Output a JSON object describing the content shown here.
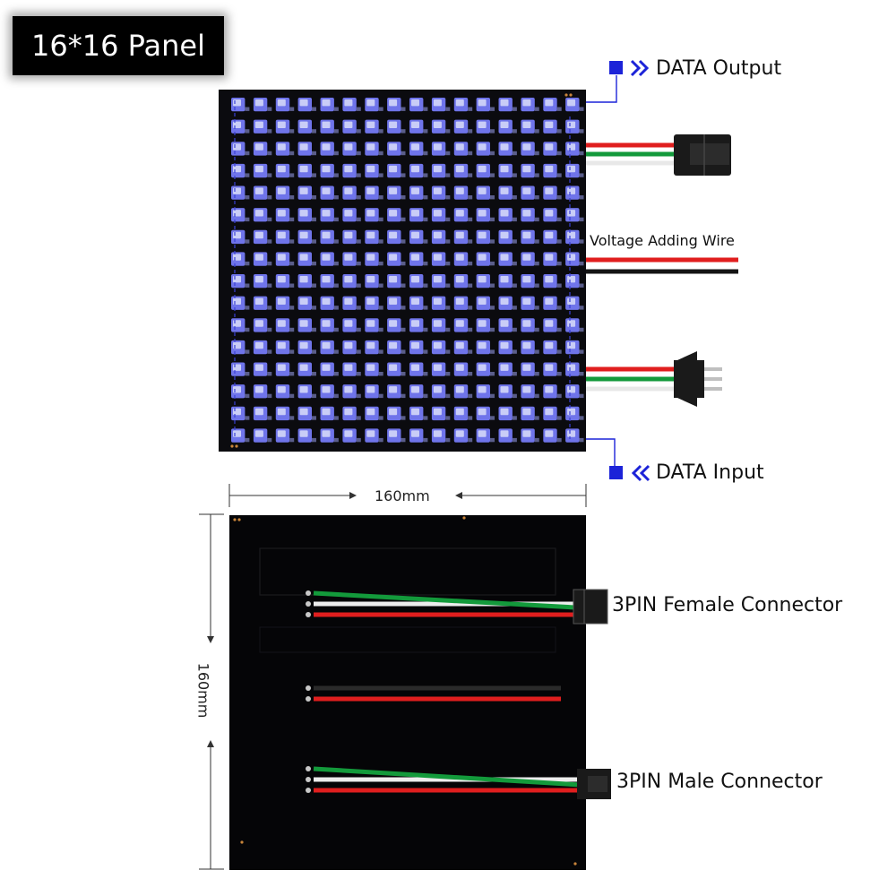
{
  "title": "16*16 Panel",
  "labels": {
    "data_output": "DATA Output",
    "voltage_wire": "Voltage Adding Wire",
    "data_input": "DATA Input",
    "female_connector": "3PIN Female Connector",
    "male_connector": "3PIN Male Connector"
  },
  "dimensions": {
    "width": "160mm",
    "height": "160mm"
  },
  "led_grid": {
    "rows": 16,
    "cols": 16
  },
  "colors": {
    "pcb": "#0b0b0f",
    "led": "#6f74ea",
    "led_light": "#c9cdf7",
    "wire_red": "#e01e1e",
    "wire_green": "#139a3b",
    "wire_white": "#f2f2f2",
    "wire_black": "#141414",
    "accent_blue": "#1c23d8"
  }
}
